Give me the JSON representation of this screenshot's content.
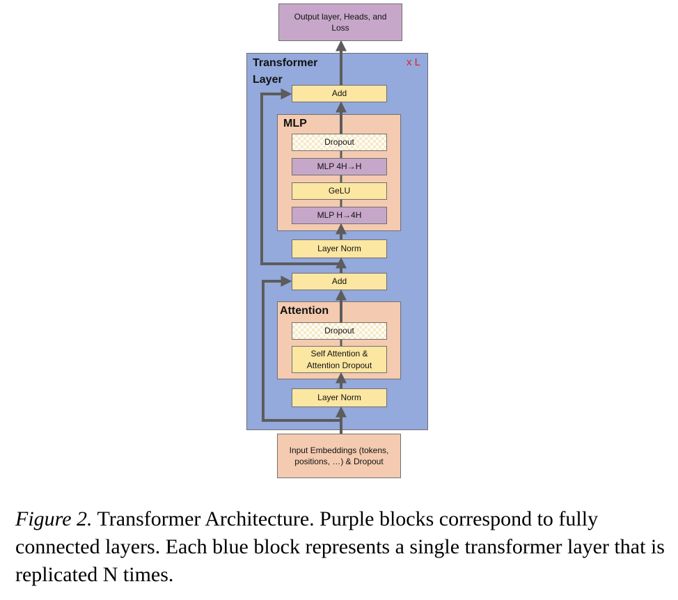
{
  "diagram": {
    "output_block": "Output layer, Heads, and Loss",
    "transformer_layer_title": "Transformer Layer",
    "repeat_label": "x L",
    "add_top": "Add",
    "mlp_title": "MLP",
    "mlp_dropout": "Dropout",
    "mlp_4h_to_h": "MLP 4H→H",
    "gelu": "GeLU",
    "mlp_h_to_4h": "MLP H→4H",
    "layer_norm_top": "Layer Norm",
    "add_bottom": "Add",
    "attention_title": "Attention",
    "attention_dropout": "Dropout",
    "self_attention": "Self Attention & Attention Dropout",
    "layer_norm_bottom": "Layer Norm",
    "input_block": "Input Embeddings (tokens, positions, …) & Dropout",
    "colors": {
      "transformer_layer": "#94a9dc",
      "sub_block": "#f4cbb0",
      "norm_add": "#fbe6a2",
      "fully_connected": "#c7a7c9",
      "repeat_label": "#d7261e",
      "arrow": "#5c5c5c"
    }
  },
  "caption": {
    "figure_label": "Figure 2.",
    "text": " Transformer Architecture. Purple blocks correspond to fully connected layers. Each blue block represents a single transformer layer that is replicated N times."
  }
}
